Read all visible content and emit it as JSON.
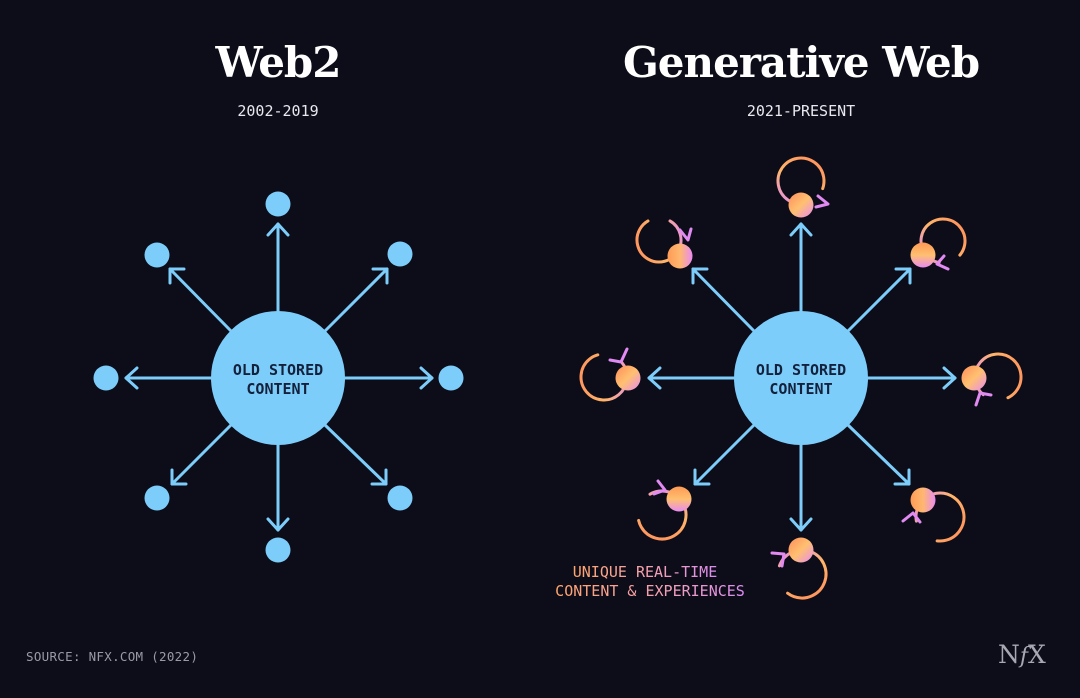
{
  "left_panel": {
    "title": "Web2",
    "subtitle": "2002-2019",
    "hub_label_line1": "OLD STORED",
    "hub_label_line2": "CONTENT",
    "node_count": 8
  },
  "right_panel": {
    "title": "Generative Web",
    "subtitle": "2021-PRESENT",
    "hub_label_line1": "OLD STORED",
    "hub_label_line2": "CONTENT",
    "node_count": 8,
    "caption_line1": "UNIQUE REAL-TIME",
    "caption_line2": "CONTENT & EXPERIENCES"
  },
  "footer": {
    "source": "SOURCE: NFX.COM (2022)",
    "logo_n": "N",
    "logo_f": "f",
    "logo_x": "X"
  },
  "colors": {
    "background": "#0d0d1a",
    "hub_blue": "#7dcdfa",
    "hub_text": "#14213d",
    "gradient_orange": "#ff9a55",
    "gradient_pink": "#e88cf0",
    "title_white": "#ffffff"
  },
  "icons": {
    "stored_node": "circle-dot",
    "generative_node": "circular-refresh-arrow",
    "connection": "arrow-outward"
  }
}
